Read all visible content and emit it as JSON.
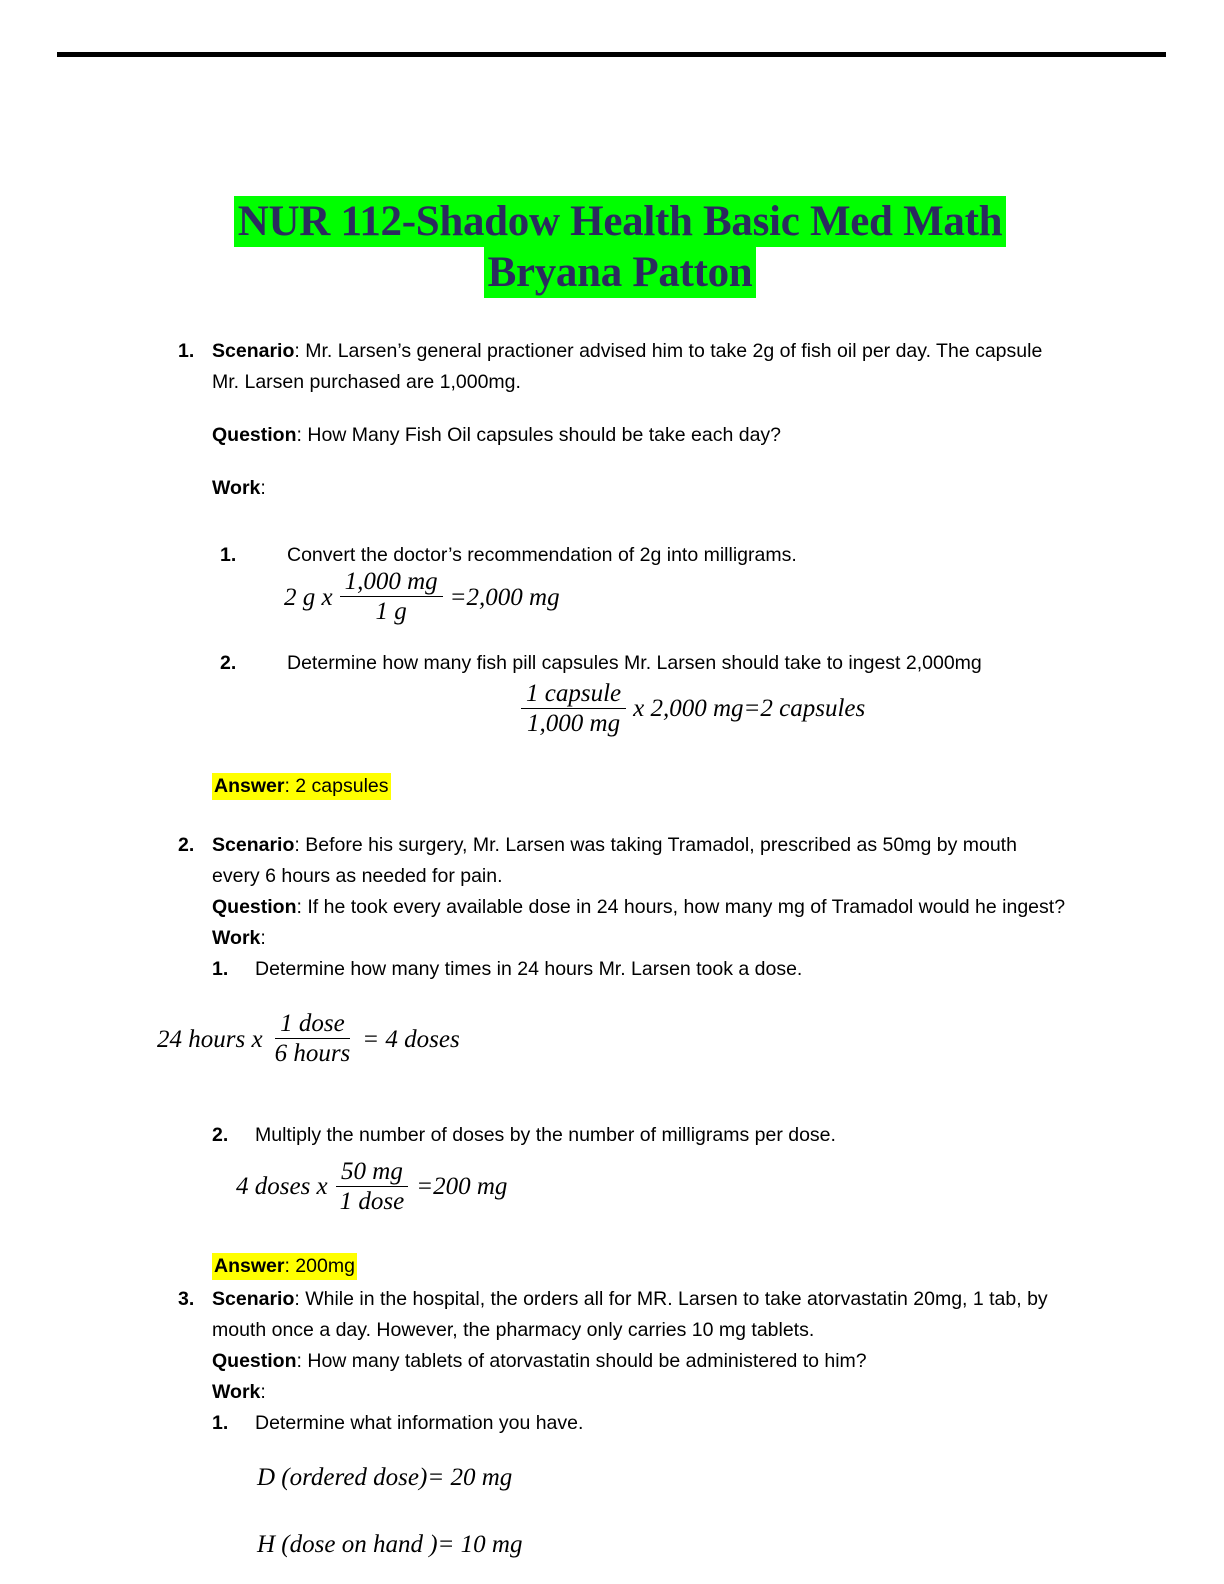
{
  "document": {
    "title_line_1": "NUR 112-Shadow Health Basic Med Math",
    "title_line_2": "Bryana Patton",
    "title_highlight_color": "#00ff00",
    "title_text_color": "#2b2b5e",
    "answer_highlight_color": "#ffff00"
  },
  "labels": {
    "scenario": "Scenario",
    "question": "Question",
    "work": "Work",
    "answer": "Answer",
    "colon": ":"
  },
  "items": [
    {
      "number": "1.",
      "scenario_text": " Mr. Larsen’s general practioner advised him to take 2g of fish oil per day. The capsule Mr. Larsen purchased are 1,000mg.",
      "question_text": " How Many Fish Oil capsules should be take each day?",
      "steps": [
        {
          "number": "1.",
          "text": "Convert the doctor’s recommendation of 2g into milligrams."
        },
        {
          "number": "2.",
          "text": "Determine how many fish pill capsules Mr. Larsen should take to ingest 2,000mg"
        }
      ],
      "equations": [
        {
          "id": "eq-2g-to-mg",
          "lead": "2 g x",
          "frac_top": "1,000 mg",
          "frac_bottom": "1 g",
          "tail": "=2,000 mg"
        },
        {
          "id": "eq-capsules",
          "lead": "",
          "frac_top": "1 capsule",
          "frac_bottom": "1,000 mg",
          "tail": "x 2,000 mg=2 capsules"
        }
      ],
      "answer_value": " 2 capsules"
    },
    {
      "number": "2.",
      "scenario_text": " Before his surgery, Mr. Larsen was taking Tramadol, prescribed as 50mg by mouth every 6 hours as needed for pain.",
      "question_text": " If he took every available dose in 24 hours, how many mg of Tramadol would he ingest?",
      "steps": [
        {
          "number": "1.",
          "text": "Determine how many times in 24 hours Mr. Larsen took a dose."
        },
        {
          "number": "2.",
          "text": "Multiply the number of doses by the number of milligrams per dose."
        }
      ],
      "equations": [
        {
          "id": "eq-doses-in-24h",
          "lead": "24 hours x",
          "frac_top": "1 dose",
          "frac_bottom": "6 hours",
          "tail": "= 4 doses"
        },
        {
          "id": "eq-total-mg",
          "lead": "4 doses x",
          "frac_top": "50 mg",
          "frac_bottom": "1 dose",
          "tail": "=200 mg"
        }
      ],
      "answer_value": " 200mg"
    },
    {
      "number": "3.",
      "scenario_text": " While in the hospital, the orders all for MR. Larsen to take atorvastatin 20mg, 1 tab, by mouth once a day. However, the pharmacy only carries 10 mg tablets.",
      "question_text": " How many tablets of atorvastatin should be administered to him?",
      "steps": [
        {
          "number": "1.",
          "text": "Determine what information you have."
        }
      ],
      "equations": [
        {
          "id": "eq-ordered-dose",
          "plain": "D (ordered dose)= 20 mg"
        },
        {
          "id": "eq-dose-on-hand",
          "plain": "H (dose on hand )= 10 mg"
        }
      ]
    }
  ]
}
